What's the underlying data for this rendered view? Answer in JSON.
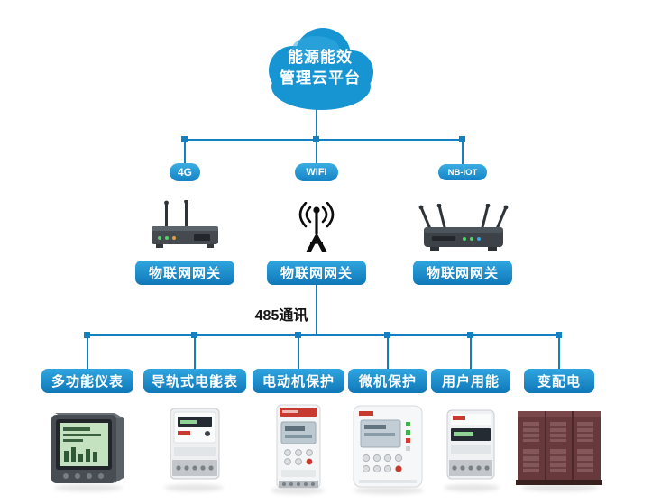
{
  "cloud": {
    "line1": "能源能效",
    "line2": "管理云平台"
  },
  "gateways": [
    {
      "badge": "4G",
      "label": "物联网网关"
    },
    {
      "badge": "WIFI",
      "label": "物联网网关"
    },
    {
      "badge": "NB-IOT",
      "label": "物联网网关"
    }
  ],
  "bus_label": "485通讯",
  "devices": [
    {
      "label": "多功能仪表"
    },
    {
      "label": "导轨式电能表"
    },
    {
      "label": "电动机保护"
    },
    {
      "label": "微机保护"
    },
    {
      "label": "用户用能"
    },
    {
      "label": "变配电"
    }
  ],
  "icons": {
    "gateway_4g": "router-4g-icon",
    "gateway_wifi": "wifi-antenna-icon",
    "gateway_nbiot": "router-nbiot-icon",
    "multifunction_meter": "panel-meter-icon",
    "rail_meter": "din-meter-icon",
    "motor_protection": "motor-protector-icon",
    "micro_protection": "protection-panel-icon",
    "user_energy": "energy-meter-icon",
    "distribution": "switchgear-cabinet-icon"
  },
  "colors": {
    "accent_blue": "#1e9ad5",
    "line_blue": "#1480c2",
    "button_blue_top": "#2fa6df",
    "button_blue_bottom": "#1077b9",
    "label_black": "#141414",
    "lcd_green": "#c5e2c0",
    "alert_red": "#c83a30",
    "cabinet_maroon": "#67393d",
    "device_dark": "#3c4248"
  }
}
